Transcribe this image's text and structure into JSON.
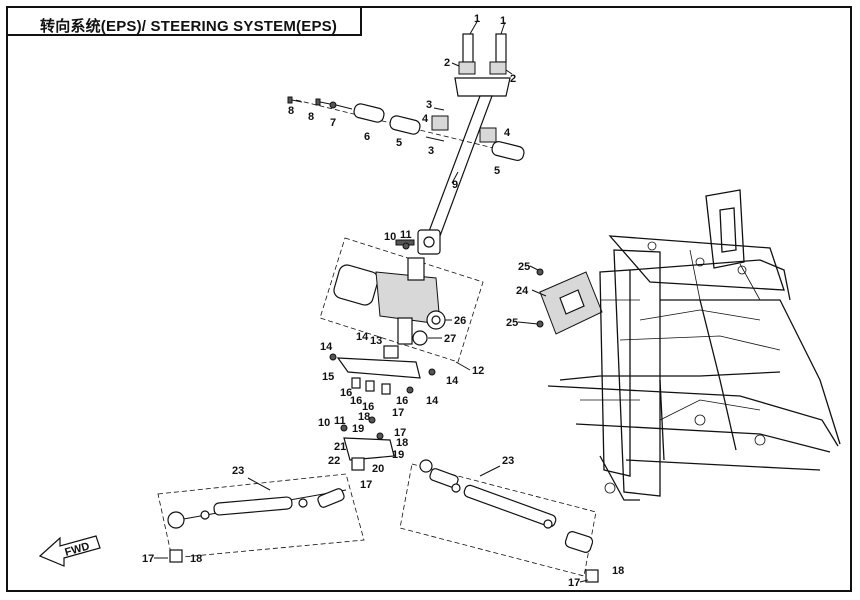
{
  "title": "转向系统(EPS)/ STEERING SYSTEM(EPS)",
  "fwd_label": "FWD",
  "callouts": {
    "c1a": "1",
    "c1b": "1",
    "c2a": "2",
    "c2b": "2",
    "c3a": "3",
    "c3b": "3",
    "c4a": "4",
    "c4b": "4",
    "c5a": "5",
    "c5b": "5",
    "c6": "6",
    "c7": "7",
    "c8a": "8",
    "c8b": "8",
    "c9": "9",
    "c10a": "10",
    "c10b": "10",
    "c11a": "11",
    "c11b": "11",
    "c12": "12",
    "c13": "13",
    "c14a": "14",
    "c14b": "14",
    "c14c": "14",
    "c14d": "14",
    "c15": "15",
    "c16a": "16",
    "c16b": "16",
    "c16c": "16",
    "c16d": "16",
    "c17a": "17",
    "c17b": "17",
    "c17c": "17",
    "c17d": "17",
    "c17e": "17",
    "c18a": "18",
    "c18b": "18",
    "c18c": "18",
    "c18d": "18",
    "c19a": "19",
    "c19b": "19",
    "c20": "20",
    "c21": "21",
    "c22": "22",
    "c23a": "23",
    "c23b": "23",
    "c24": "24",
    "c25a": "25",
    "c25b": "25",
    "c26": "26",
    "c27": "27"
  }
}
